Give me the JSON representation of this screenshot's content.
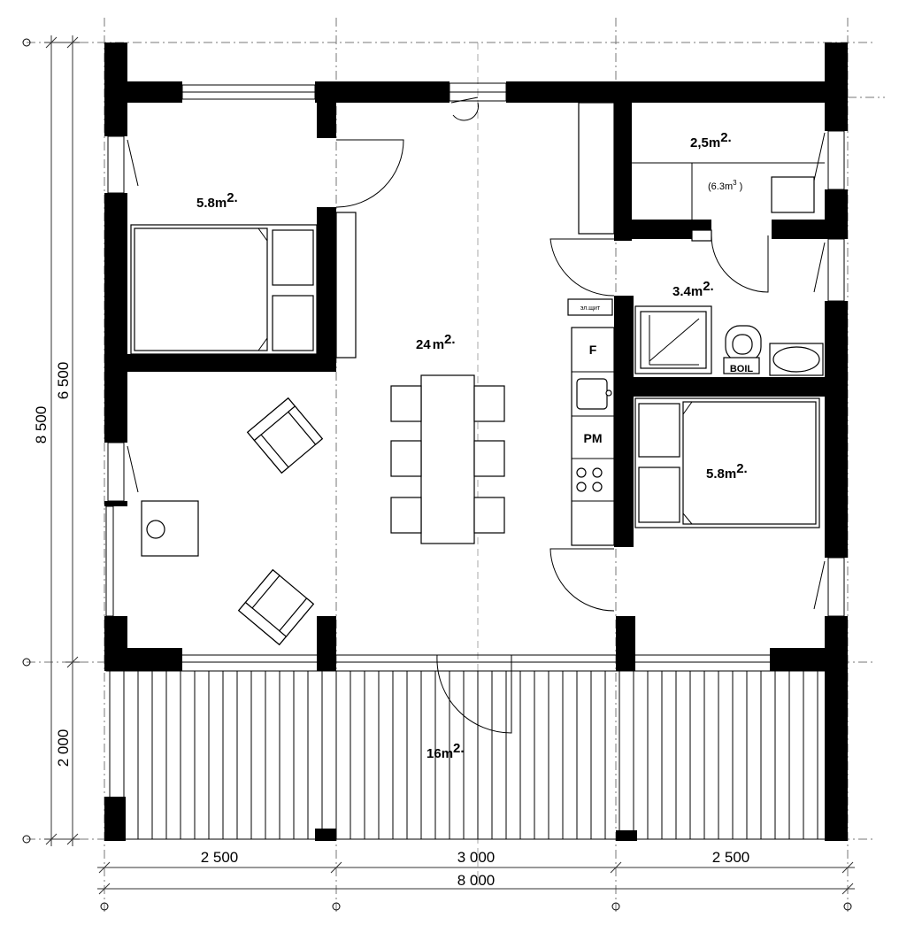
{
  "rooms": {
    "bedroom_left": {
      "area": "5.8",
      "unit": "m",
      "exp": "2."
    },
    "storage": {
      "area": "2,5",
      "unit": "m",
      "exp": "2."
    },
    "storage_volume": {
      "value": "(6.3m",
      "exp": "3",
      "close": ")"
    },
    "bathroom": {
      "area": "3.4",
      "unit": "m",
      "exp": "2."
    },
    "living": {
      "area": "24",
      "unit": "m",
      "exp": "2."
    },
    "bedroom_right": {
      "area": "5.8",
      "unit": "m",
      "exp": "2."
    },
    "terrace": {
      "area": "16",
      "unit": "m",
      "exp": "2."
    }
  },
  "fixtures": {
    "electric_panel": "эл.щит",
    "fridge": "F",
    "washer": "PM",
    "boiler": "BOIL"
  },
  "dimensions": {
    "overall_height": "8 500",
    "house_depth": "6 500",
    "terrace_depth": "2 000",
    "bay_left": "2 500",
    "bay_middle": "3 000",
    "bay_right": "2 500",
    "overall_width": "8 000"
  }
}
